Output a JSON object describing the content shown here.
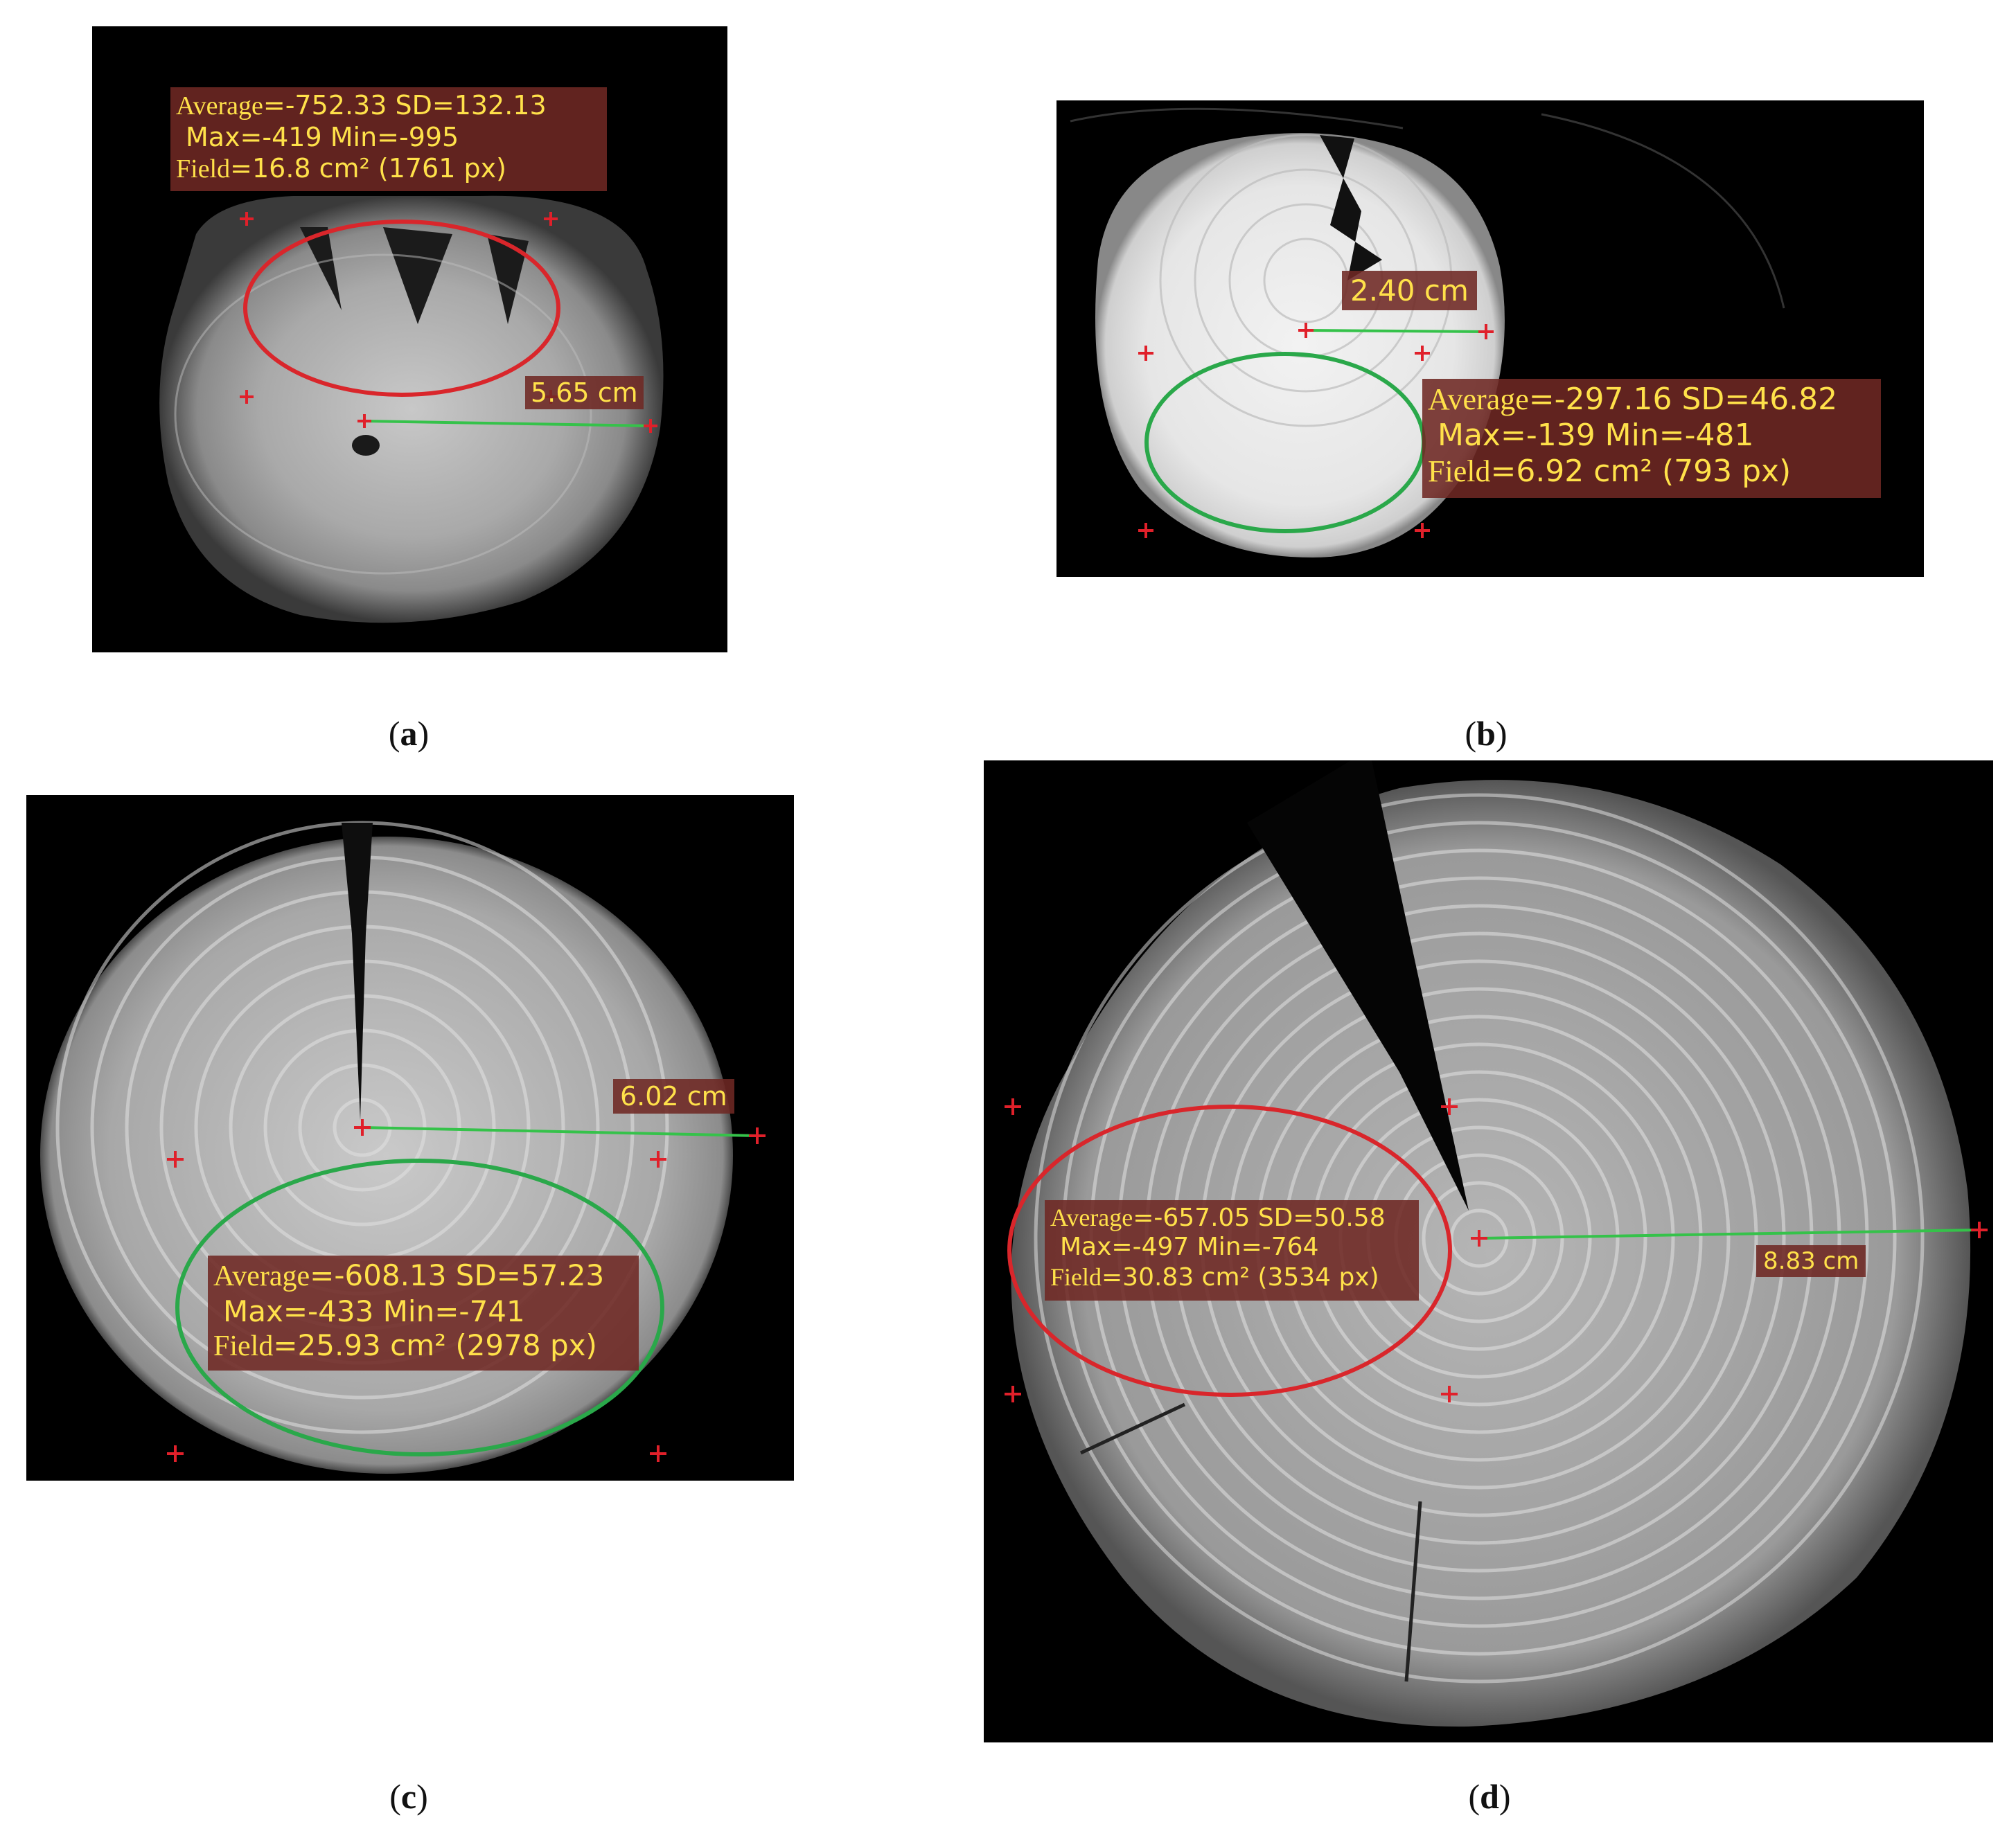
{
  "panels": [
    {
      "id": "a",
      "caption": "a",
      "stats": {
        "line1": "=-752.33 SD=132.13",
        "avg_word": "Average",
        "line2": "Max=-419 Min=-995",
        "field_word": "Field",
        "line3": "=16.8 cm² (1761 px)"
      },
      "measure": "5.65 cm",
      "roi_color": "#d9262b",
      "line_color": "#35c24a"
    },
    {
      "id": "b",
      "caption": "b",
      "stats": {
        "line1": "=-297.16 SD=46.82",
        "avg_word": "Average",
        "line2": "Max=-139 Min=-481",
        "field_word": "Field",
        "line3": "=6.92 cm² (793 px)"
      },
      "measure": "2.40 cm",
      "roi_color": "#2aa84a",
      "line_color": "#35c24a"
    },
    {
      "id": "c",
      "caption": "c",
      "stats": {
        "line1": "=-608.13 SD=57.23",
        "avg_word": "Average",
        "line2": "Max=-433 Min=-741",
        "field_word": "Field",
        "line3": "=25.93 cm² (2978 px)"
      },
      "measure": "6.02 cm",
      "roi_color": "#2aa84a",
      "line_color": "#35c24a"
    },
    {
      "id": "d",
      "caption": "d",
      "stats": {
        "line1": "=-657.05 SD=50.58",
        "avg_word": "Average",
        "line2": "Max=-497 Min=-764",
        "field_word": "Field",
        "line3": "=30.83 cm² (3534 px)"
      },
      "measure": "8.83 cm",
      "roi_color": "#d9262b",
      "line_color": "#35c24a"
    }
  ],
  "marker_color": "#e0202a",
  "label_text_color": "#ffe14a",
  "label_bg_color": "#6e2823"
}
